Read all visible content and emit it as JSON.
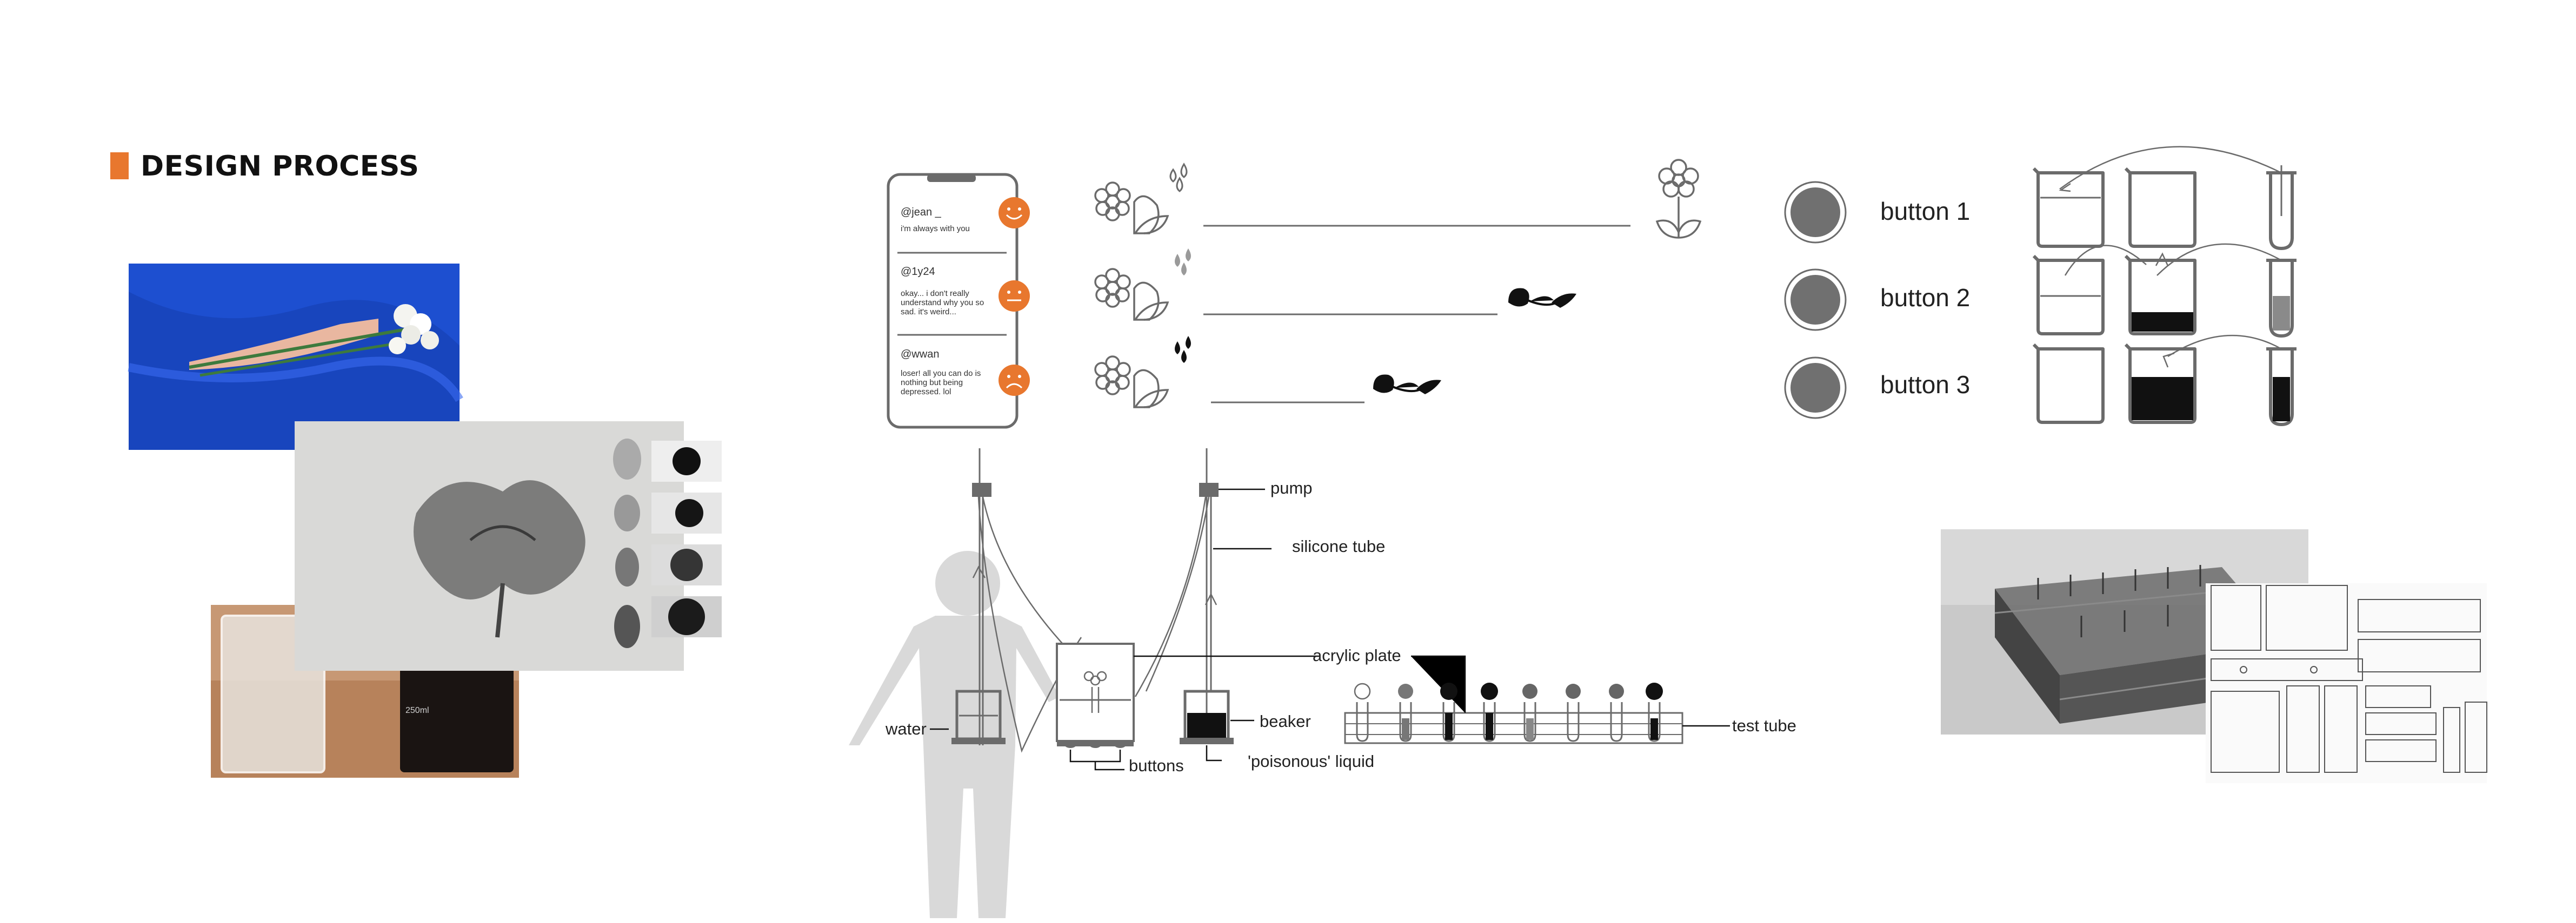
{
  "header": {
    "title": "DESIGN PROCESS",
    "accent_color": "#e8772e"
  },
  "phone": {
    "posts": [
      {
        "user": "@jean _",
        "lines": [
          "i'm always with you"
        ],
        "mood": "happy-face-icon"
      },
      {
        "user": "@1y24",
        "lines": [
          "okay... i don't really",
          "understand why you so",
          "sad. it's weird..."
        ],
        "mood": "neutral-face-icon"
      },
      {
        "user": "@wwan",
        "lines": [
          "loser!  all you can do is",
          "nothing but being",
          "depressed. lol"
        ],
        "mood": "sad-face-icon"
      }
    ]
  },
  "buttons": {
    "b1": "button 1",
    "b2": "button 2",
    "b3": "button 3"
  },
  "device_labels": {
    "pump": "pump",
    "silicone_tube": "silicone tube",
    "acrylic_plate": "acrylic plate",
    "beaker": "beaker",
    "water": "water",
    "buttons": "buttons",
    "liquid": "'poisonous' liquid",
    "test_tube": "test tube"
  },
  "colors": {
    "accent": "#e8772e",
    "line": "#6b6b6b",
    "silhouette": "#d9d9d9",
    "button_fill": "#707070"
  }
}
